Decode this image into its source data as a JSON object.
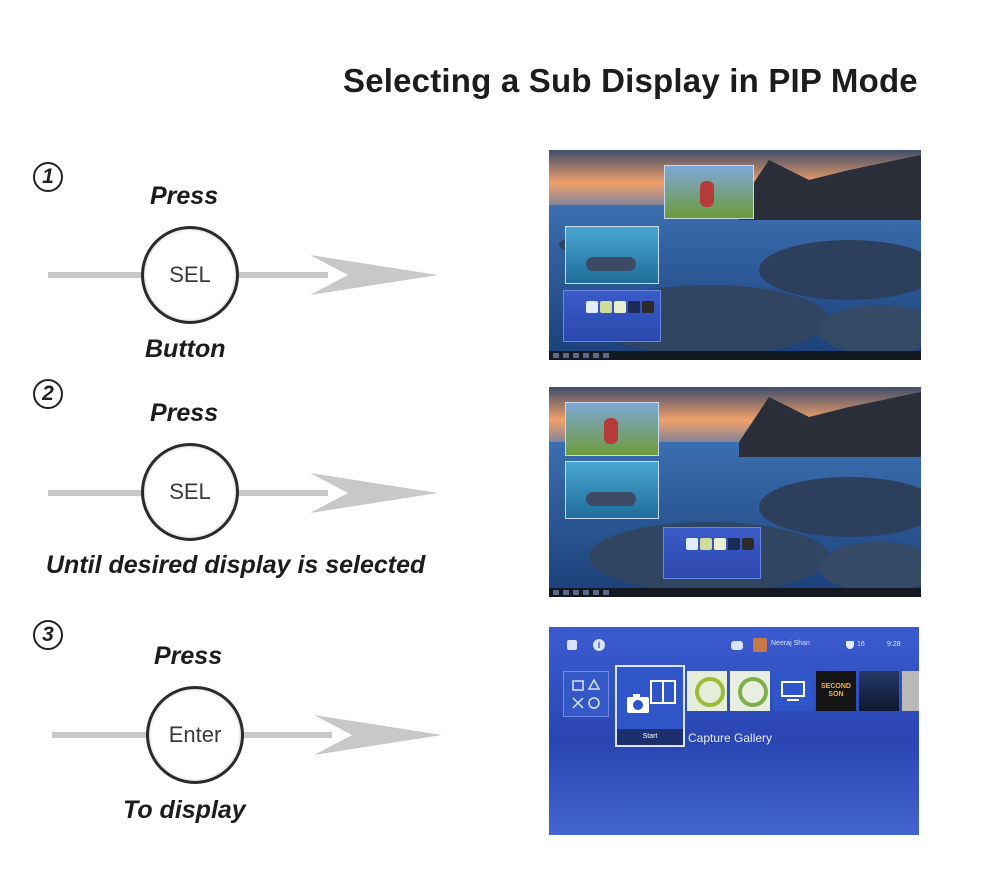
{
  "title": "Selecting a Sub Display in PIP Mode",
  "steps": [
    {
      "number": "1",
      "top_label": "Press",
      "button_label": "SEL",
      "bottom_label": "Button"
    },
    {
      "number": "2",
      "top_label": "Press",
      "button_label": "SEL",
      "bottom_label": "Until desired display is selected"
    },
    {
      "number": "3",
      "top_label": "Press",
      "button_label": "Enter",
      "bottom_label": "To display"
    }
  ],
  "ps4": {
    "user": "Neeraj Shan",
    "trophy_count": "16",
    "time": "9:28",
    "start_label": "Start",
    "capture_label": "Capture Gallery",
    "game_label": "SECOND SON"
  },
  "colors": {
    "arrow": "#c8c8c8",
    "ps4_blue": "#2f4fc1",
    "sky_orange": "#f0a06a"
  }
}
